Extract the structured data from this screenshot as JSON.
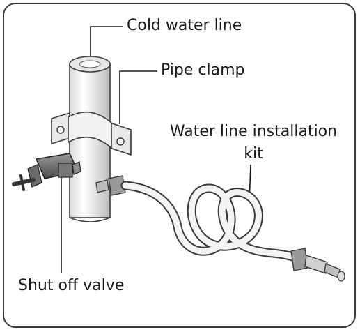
{
  "labels": {
    "cold_water_line": "Cold water line",
    "pipe_clamp": "Pipe clamp",
    "kit_line1": "Water line installation",
    "kit_line2": "kit",
    "shut_off_valve": "Shut off valve"
  }
}
